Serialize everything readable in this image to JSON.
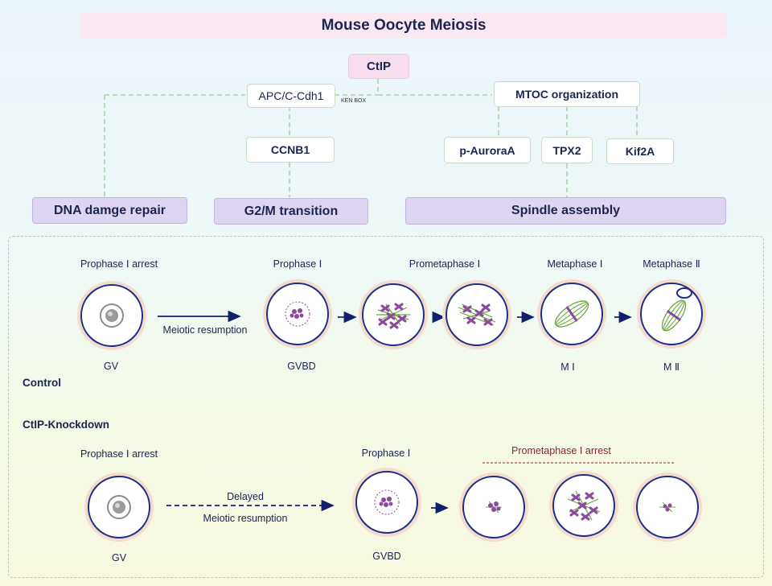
{
  "title": "Mouse Oocyte Meiosis",
  "top": {
    "ctip": "CtIP",
    "apc": "APC/C-Cdh1",
    "ken_box": "KEN BOX",
    "mtoc": "MTOC organization",
    "ccnb1": "CCNB1",
    "p_aurora": "p-AuroraA",
    "tpx2": "TPX2",
    "kif2a": "Kif2A",
    "dna_repair": "DNA damge repair",
    "g2m": "G2/M transition",
    "spindle": "Spindle assembly"
  },
  "control": {
    "group_label": "Control",
    "stage_prophase_arrest": "Prophase Ⅰ arrest",
    "stage_prophase": "Prophase Ⅰ",
    "stage_prometaphase": "Prometaphase Ⅰ",
    "stage_metaphase1": "Metaphase Ⅰ",
    "stage_metaphase2": "Metaphase Ⅱ",
    "resumption": "Meiotic resumption",
    "gv": "GV",
    "gvbd": "GVBD",
    "m1": "M Ⅰ",
    "m2": "M Ⅱ"
  },
  "knockdown": {
    "group_label": "CtIP-Knockdown",
    "stage_prophase_arrest": "Prophase Ⅰ arrest",
    "stage_prophase": "Prophase Ⅰ",
    "prometaphase_arrest": "Prometaphase Ⅰ  arrest",
    "delayed": "Delayed",
    "resumption": "Meiotic resumption",
    "gv": "GV",
    "gvbd": "GVBD"
  },
  "colors": {
    "cell_ring": "#1e2d8a",
    "zona": "#f3dccb",
    "chromosome": "#8a4a9e",
    "spindle": "#6aa83a",
    "connector": "#a9d3ae",
    "arrow": "#12206b"
  }
}
